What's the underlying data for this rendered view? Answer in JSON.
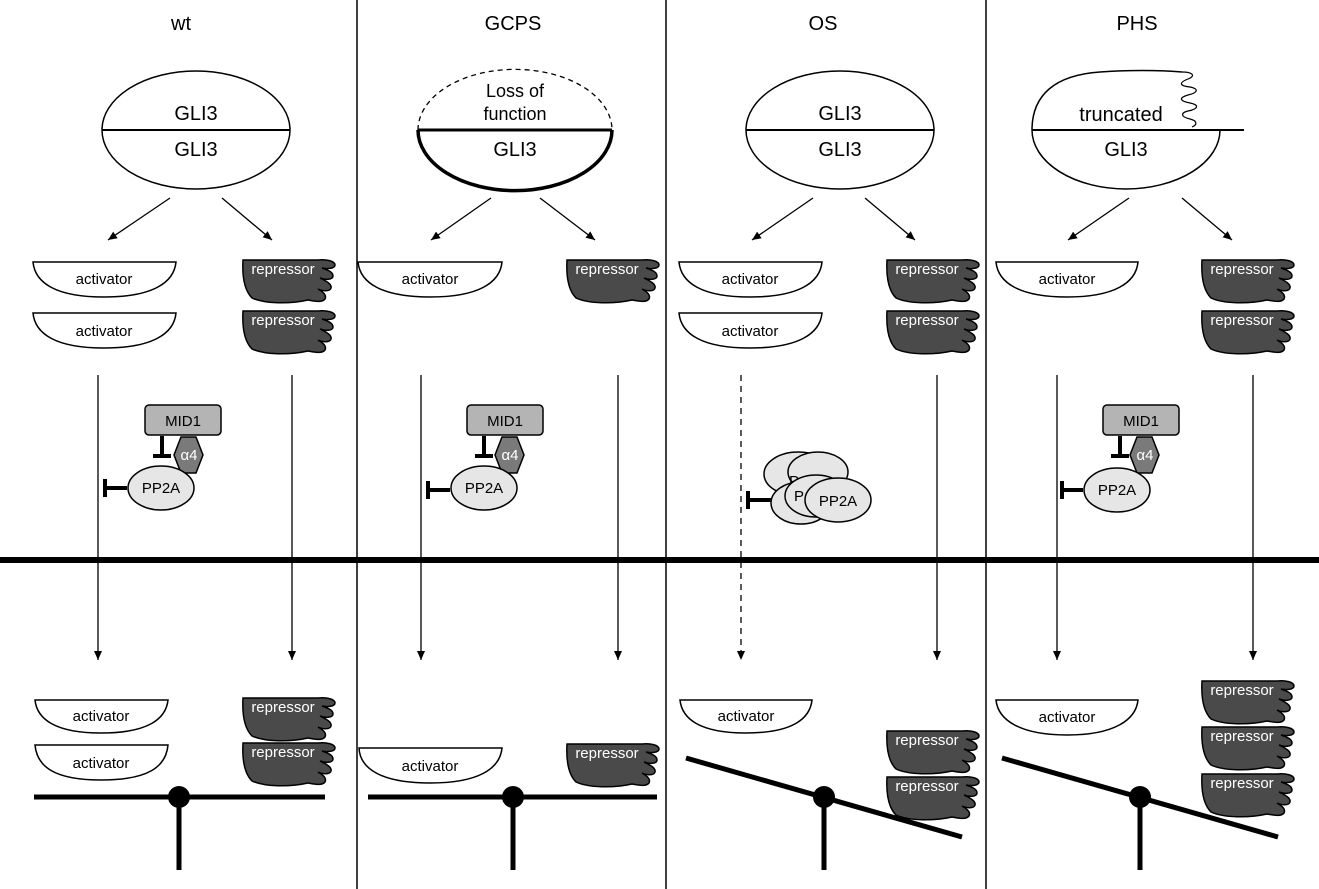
{
  "colors": {
    "line": "#000000",
    "repressor_fill": "#4a4a4a",
    "activator_fill": "#ffffff",
    "mid1_fill": "#b4b4b4",
    "alpha4_fill": "#7a7a7a",
    "pp2a_fill": "#e6e6e6"
  },
  "panels": [
    {
      "title": "wt",
      "gli3_top": "GLI3",
      "gli3_bottom": "GLI3",
      "cyto_activators": [
        "activator",
        "activator"
      ],
      "cyto_repressors": [
        "repressor",
        "repressor"
      ],
      "mid1": "MID1",
      "alpha4": "α4",
      "pp2a": "PP2A",
      "nuc_activators": [
        "activator",
        "activator"
      ],
      "nuc_repressors": [
        "repressor",
        "repressor"
      ],
      "balance": "level"
    },
    {
      "title": "GCPS",
      "gli3_top": "Loss of function",
      "gli3_top_lines": [
        "Loss of",
        "function"
      ],
      "gli3_bottom": "GLI3",
      "cyto_activators": [
        "activator"
      ],
      "cyto_repressors": [
        "repressor"
      ],
      "mid1": "MID1",
      "alpha4": "α4",
      "pp2a": "PP2A",
      "nuc_activators": [
        "activator"
      ],
      "nuc_repressors": [
        "repressor"
      ],
      "balance": "level"
    },
    {
      "title": "OS",
      "gli3_top": "GLI3",
      "gli3_bottom": "GLI3",
      "cyto_activators": [
        "activator",
        "activator"
      ],
      "cyto_repressors": [
        "repressor",
        "repressor"
      ],
      "pp2a_cluster": [
        "P",
        "P",
        "PP2A"
      ],
      "nuc_activators": [
        "activator"
      ],
      "nuc_repressors": [
        "repressor",
        "repressor"
      ],
      "balance": "tilted toward repressor"
    },
    {
      "title": "PHS",
      "gli3_top": "truncated",
      "gli3_bottom": "GLI3",
      "cyto_activators": [
        "activator"
      ],
      "cyto_repressors": [
        "repressor",
        "repressor"
      ],
      "mid1": "MID1",
      "alpha4": "α4",
      "pp2a": "PP2A",
      "nuc_activators": [
        "activator"
      ],
      "nuc_repressors": [
        "repressor",
        "repressor",
        "repressor"
      ],
      "balance": "tilted toward repressor"
    }
  ]
}
